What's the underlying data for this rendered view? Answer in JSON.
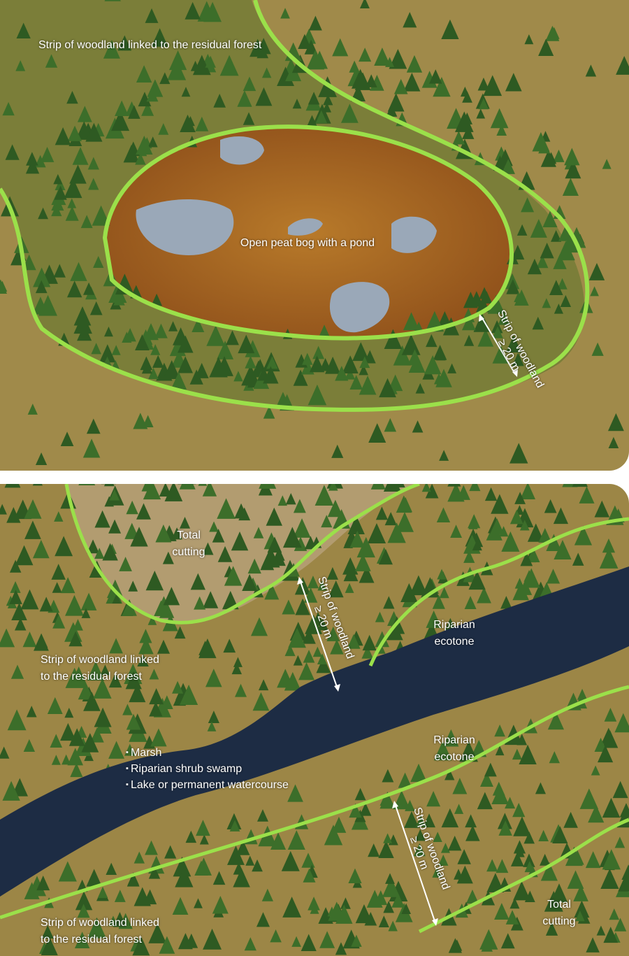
{
  "panel_top": {
    "woodland_strip_label": "Strip of woodland linked to the residual forest",
    "bog_label": "Open peat bog with a pond",
    "strip_width_label": {
      "line1": "Strip of woodland",
      "line2": "≥ 20 m"
    }
  },
  "panel_bottom": {
    "total_cutting_top": {
      "line1": "Total",
      "line2": "cutting"
    },
    "strip_width_label_top": {
      "line1": "Strip of woodland",
      "line2": "≥ 20 m"
    },
    "riparian_ecotone_top": {
      "line1": "Riparian",
      "line2": "ecotone"
    },
    "woodland_strip_left": {
      "line1": "Strip of woodland linked",
      "line2": "to the residual forest"
    },
    "wetland_types": [
      "Marsh",
      "Riparian shrub swamp",
      "Lake or permanent watercourse"
    ],
    "riparian_ecotone_bottom": {
      "line1": "Riparian",
      "line2": "ecotone"
    },
    "strip_width_label_bottom": {
      "line1": "Strip of woodland",
      "line2": "≥ 20 m"
    },
    "woodland_strip_bottom": {
      "line1": "Strip of woodland linked",
      "line2": "to the residual forest"
    },
    "total_cutting_bottom": {
      "line1": "Total",
      "line2": "cutting"
    }
  },
  "colors": {
    "ground": "#a08a4a",
    "bog": "#a3641f",
    "strip_line": "#9be04a",
    "water": "#1d2c44",
    "pond": "#9aa8b8",
    "tree": "#2e5a22"
  }
}
